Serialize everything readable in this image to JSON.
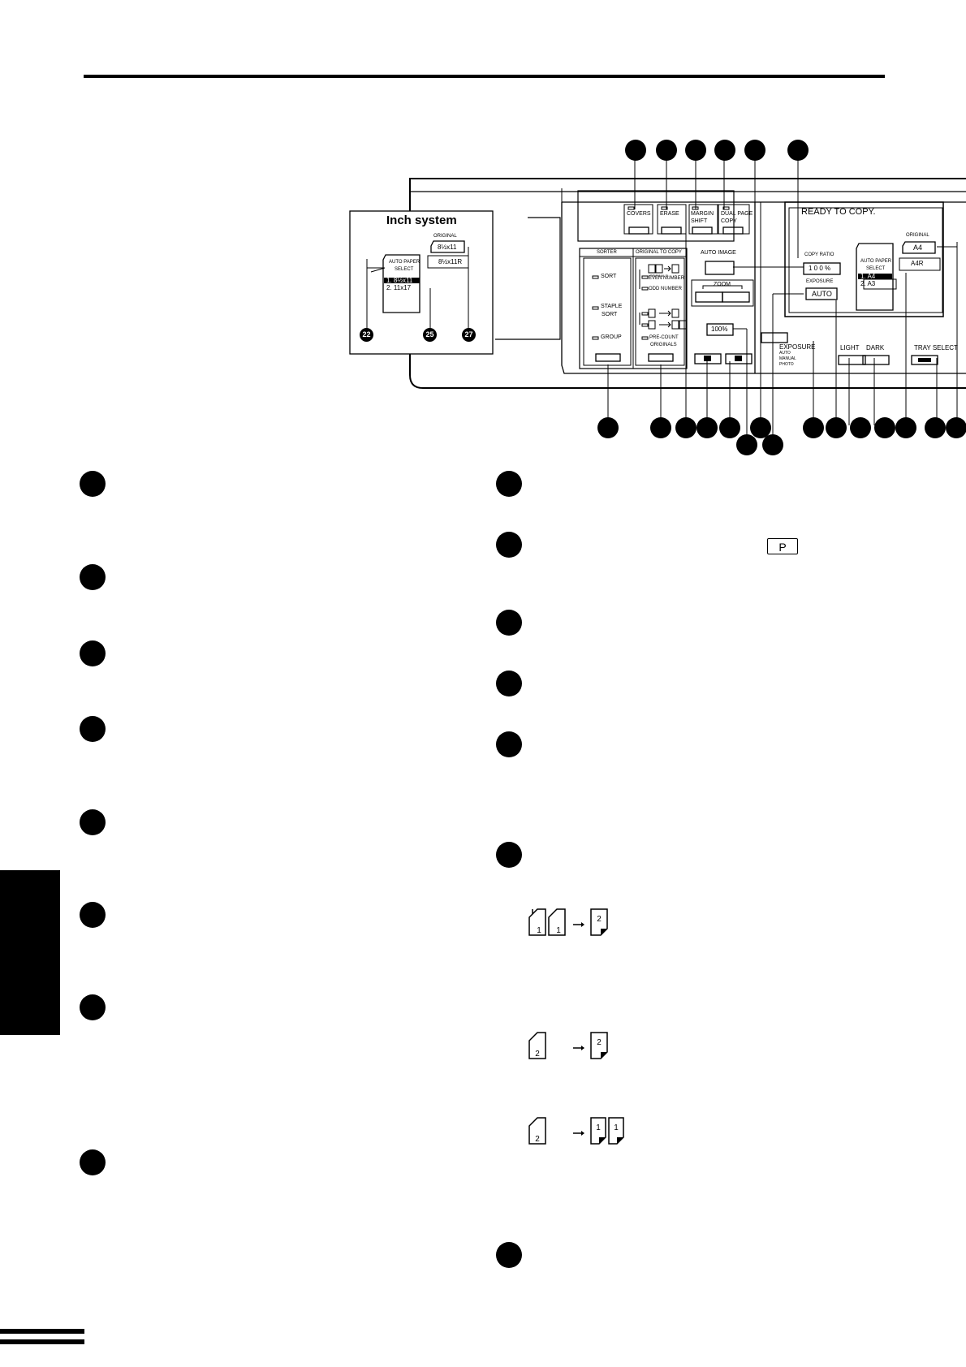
{
  "inch_system": {
    "title": "Inch system",
    "original_label": "ORIGINAL",
    "original_size": "8½x11",
    "original_size_rotated": "8½x11R",
    "auto_paper_select_line1": "AUTO PAPER",
    "auto_paper_select_line2": "SELECT",
    "tray_1": "1. 8½x11",
    "tray_2": "2. 11x17",
    "callout_22": "22",
    "callout_25": "25",
    "callout_27": "27"
  },
  "panel": {
    "covers": "COVERS",
    "erase": "ERASE",
    "margin_shift_1": "MARGIN",
    "margin_shift_2": "SHIFT",
    "dual_page_copy_1": "DUAL PAGE",
    "dual_page_copy_2": "COPY",
    "sorter": "SORTER",
    "original_to_copy": "ORIGINAL TO COPY",
    "sort": "SORT",
    "staple_sort_1": "STAPLE",
    "staple_sort_2": "SORT",
    "group": "GROUP",
    "originals_small": "(ORIGINALS)",
    "even_number": "EVEN NUMBER",
    "odd_number": "ODD NUMBER",
    "pre_count_1": "PRE-COUNT",
    "pre_count_2": "ORIGINALS",
    "auto_image": "AUTO IMAGE",
    "zoom": "ZOOM",
    "hundred_percent": "100%",
    "ready_to_copy": "READY TO COPY.",
    "copy_ratio_label": "COPY RATIO",
    "copy_ratio_value": "1 0 0 %",
    "exposure_small": "EXPOSURE",
    "exposure_value": "AUTO",
    "auto_paper_1": "AUTO PAPER",
    "auto_paper_2": "SELECT",
    "tray_1": "1. A4",
    "tray_2": "2. A3",
    "original_label": "ORIGINAL",
    "original_size": "A4",
    "original_size_rotated": "A4R",
    "exposure_big": "EXPOSURE",
    "exposure_auto": "AUTO",
    "exposure_manual": "MANUAL",
    "exposure_photo": "PHOTO",
    "light": "LIGHT",
    "dark": "DARK",
    "tray_select": "TRAY SELECT"
  },
  "body": {
    "p_key": "P",
    "dup_1": "1",
    "dup_1b": "1",
    "dup_2": "2",
    "single_a": "2",
    "single_a_out": "2",
    "single_b": "2",
    "out_1": "1",
    "out_1b": "1"
  }
}
